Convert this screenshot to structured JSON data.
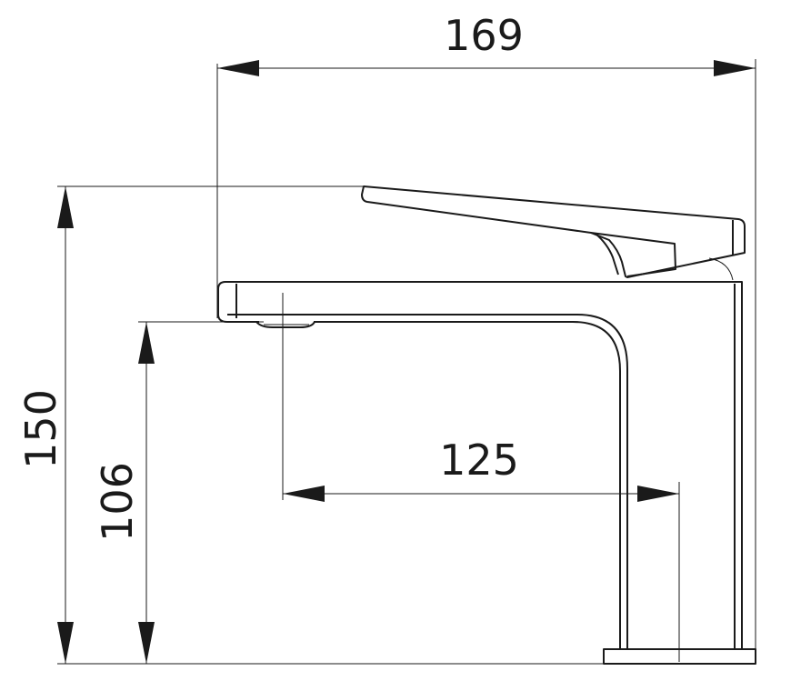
{
  "dimensions": {
    "overall_width": "169",
    "overall_height": "150",
    "spout_height": "106",
    "spout_reach": "125"
  }
}
